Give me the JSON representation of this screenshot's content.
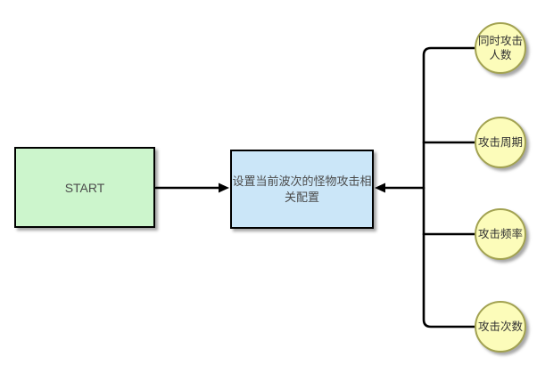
{
  "diagram": {
    "type": "flowchart",
    "start_node": {
      "label": "START"
    },
    "process_node": {
      "label": "设置当前波次的怪物攻击相关配置"
    },
    "config_nodes": [
      {
        "id": "simultaneous-attackers",
        "label": "同时攻击人数"
      },
      {
        "id": "attack-cycle",
        "label": "攻击周期"
      },
      {
        "id": "attack-frequency",
        "label": "攻击频率"
      },
      {
        "id": "attack-count",
        "label": "攻击次数"
      }
    ],
    "edges": [
      {
        "from": "start",
        "to": "process",
        "arrow": "end"
      },
      {
        "from": "config-group",
        "to": "process",
        "arrow": "end"
      }
    ],
    "colors": {
      "start_fill": "#ccf5cc",
      "start_border": "#000000",
      "process_fill": "#cbe6f8",
      "process_border": "#000000",
      "config_fill": "#fcfcba",
      "config_border": "#a2a251",
      "edge_color": "#000000",
      "box_text": "#4c4c4c",
      "circle_text": "#323232",
      "background": "#ffffff"
    }
  }
}
